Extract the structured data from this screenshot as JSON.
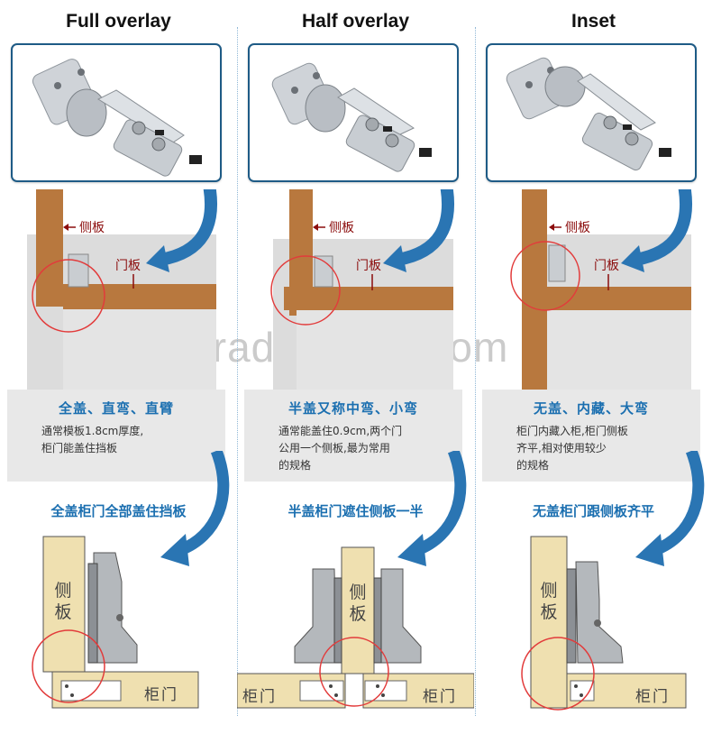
{
  "columns": [
    {
      "title": "Full overlay",
      "side_label": "侧板",
      "door_label": "门板",
      "info_head": "全盖、直弯、直臂",
      "info_lines": [
        "通常模板1.8cm厚度,",
        "柜门能盖住挡板"
      ],
      "subtitle": "全盖柜门全部盖住挡板",
      "diagram_side": "侧板",
      "diagram_door": "柜门"
    },
    {
      "title": "Half overlay",
      "side_label": "侧板",
      "door_label": "门板",
      "info_head": "半盖又称中弯、小弯",
      "info_lines": [
        "通常能盖住0.9cm,两个门",
        "公用一个侧板,最为常用",
        "的规格"
      ],
      "subtitle": "半盖柜门遮住侧板一半",
      "diagram_side": "侧板",
      "diagram_door_left": "柜门",
      "diagram_door_right": "柜门"
    },
    {
      "title": "Inset",
      "side_label": "侧板",
      "door_label": "门板",
      "info_head": "无盖、内藏、大弯",
      "info_lines": [
        "柜门内藏入柜,柜门侧板",
        "齐平,相对使用较少",
        "的规格"
      ],
      "subtitle": "无盖柜门跟侧板齐平",
      "diagram_side": "侧板",
      "diagram_door": "柜门"
    }
  ],
  "watermark": "trade.china.com",
  "colors": {
    "accent_blue": "#1b6fb0",
    "frame_blue": "#1e5b86",
    "label_red": "#8b0c0c",
    "wood": "#b8783e",
    "circle_red": "#e23b3b"
  },
  "icons": [
    "curved-arrow-icon",
    "hinge-photo",
    "red-circle-highlight"
  ]
}
